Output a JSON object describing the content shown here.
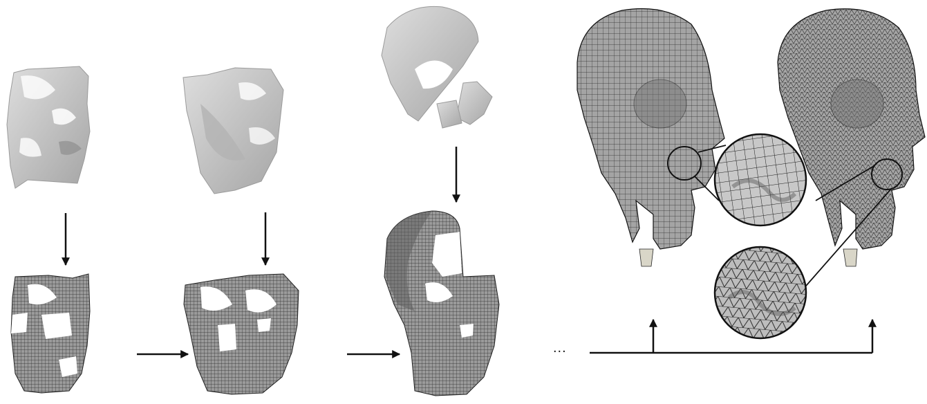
{
  "figure": {
    "ellipsis": "...",
    "stages": [
      {
        "id": "stage-1",
        "input": "scan",
        "output": "quad-mesh"
      },
      {
        "id": "stage-2",
        "input": "scan",
        "output": "quad-mesh"
      },
      {
        "id": "stage-3",
        "input": "scan",
        "output": "quad-mesh"
      }
    ],
    "final_meshes": [
      {
        "id": "final-quad-mesh",
        "element": "quad"
      },
      {
        "id": "final-tri-mesh",
        "element": "triangle"
      }
    ],
    "colors": {
      "scan_fill": "#c9c9c9",
      "scan_shade": "#a8a8a8",
      "mesh_fill": "#8c8c8c",
      "mesh_line": "#2a2a2a",
      "arrow": "#111111"
    }
  }
}
